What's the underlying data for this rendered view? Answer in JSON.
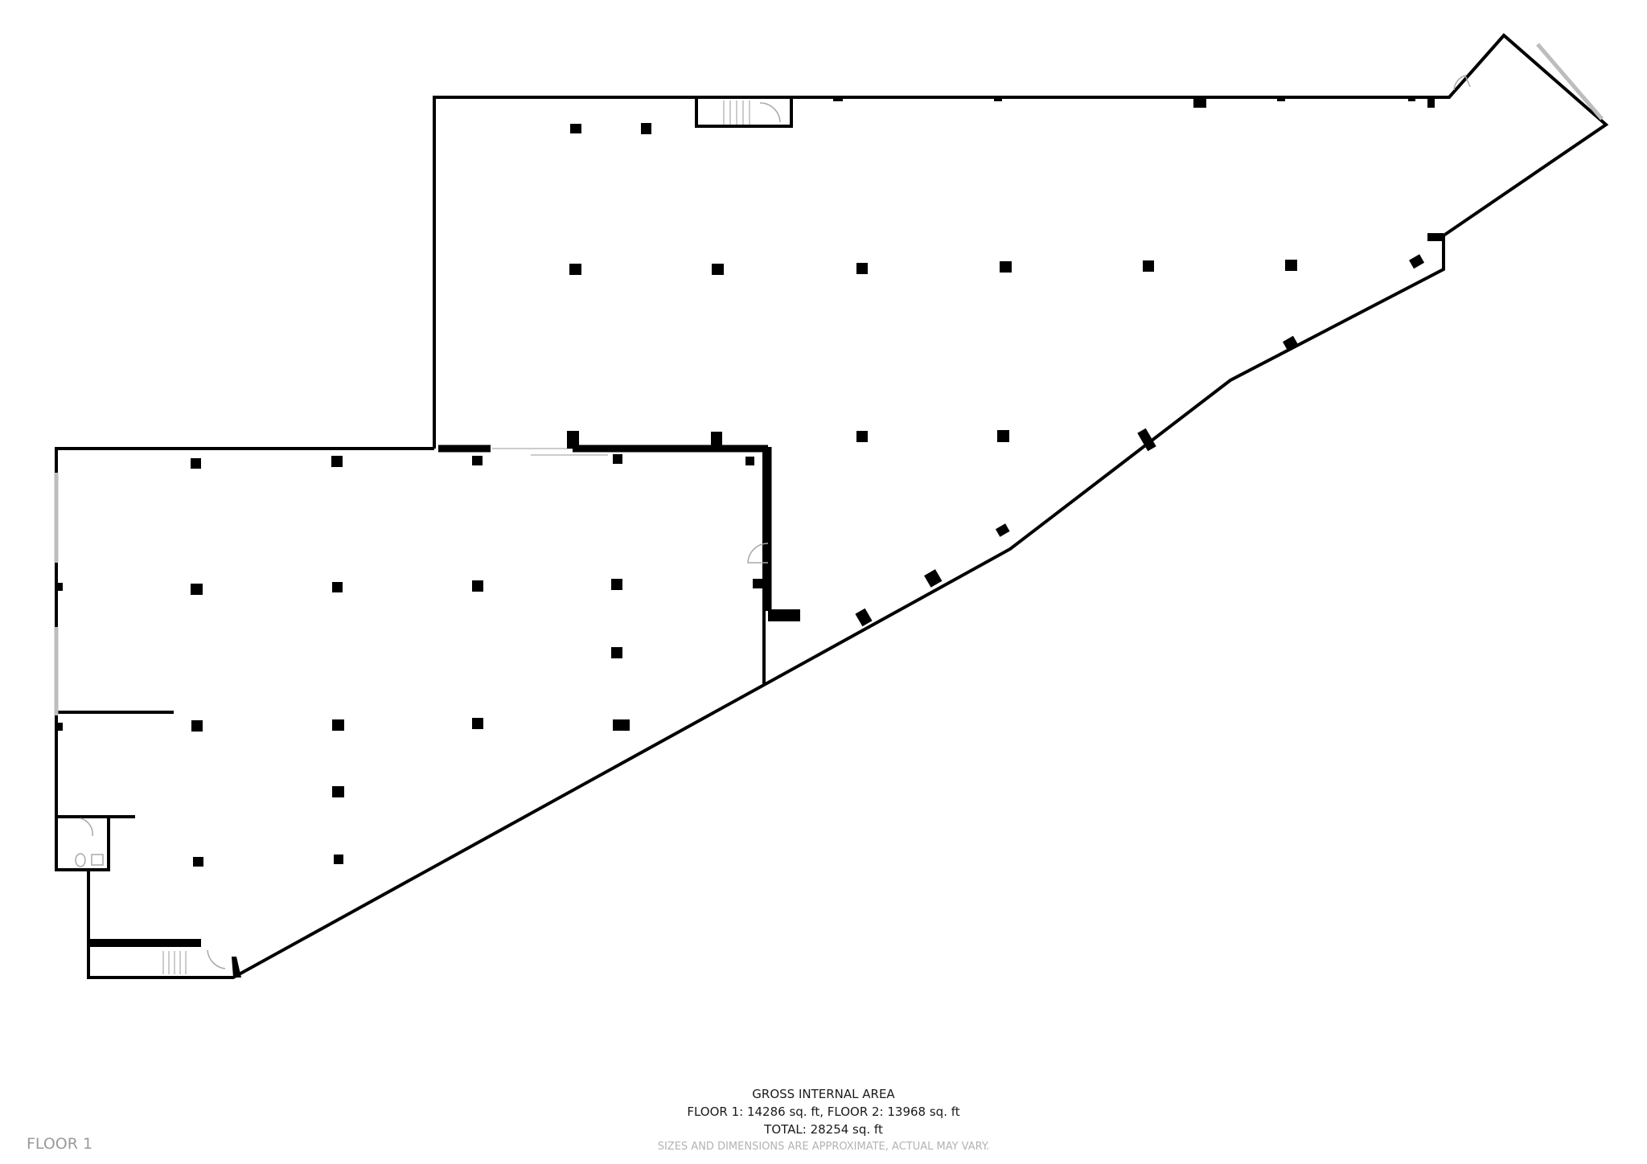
{
  "plan": {
    "floor_label": "FLOOR 1",
    "rooms": [
      {
        "id": "main-upper",
        "label": "",
        "note": "small unreadable room label"
      },
      {
        "id": "main-lower",
        "label": "",
        "note": "small unreadable room label"
      },
      {
        "id": "stair-upper",
        "label": ""
      },
      {
        "id": "stair-lower",
        "label": ""
      },
      {
        "id": "wc",
        "label": ""
      }
    ]
  },
  "footer": {
    "title": "GROSS INTERNAL AREA",
    "floors_line": "FLOOR 1: 14286 sq. ft, FLOOR 2: 13968 sq. ft",
    "total_line": "TOTAL: 28254 sq. ft",
    "disclaimer": "SIZES AND DIMENSIONS ARE APPROXIMATE, ACTUAL MAY VARY."
  },
  "colors": {
    "wall": "#000000",
    "window": "#bdbdbd",
    "disclaimer": "#b3b3b3",
    "floor_label": "#9a9a9a"
  }
}
